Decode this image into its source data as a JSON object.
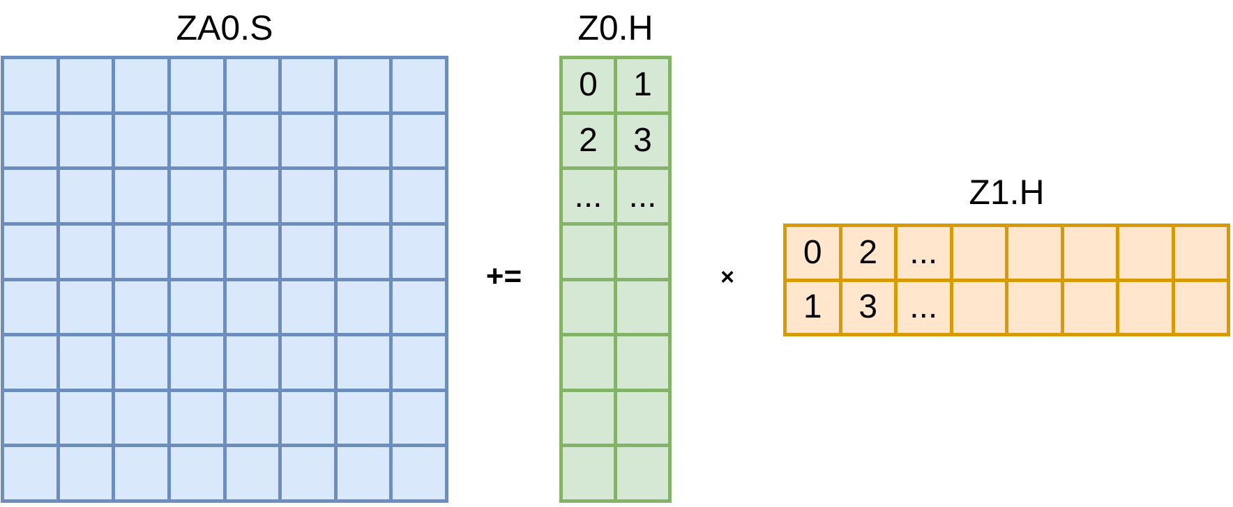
{
  "diagram": {
    "operator_accumulate": "+=",
    "operator_multiply": "×"
  },
  "za0": {
    "label": "ZA0.S",
    "rows": 8,
    "cols": 8,
    "cells": [
      [
        "",
        "",
        "",
        "",
        "",
        "",
        "",
        ""
      ],
      [
        "",
        "",
        "",
        "",
        "",
        "",
        "",
        ""
      ],
      [
        "",
        "",
        "",
        "",
        "",
        "",
        "",
        ""
      ],
      [
        "",
        "",
        "",
        "",
        "",
        "",
        "",
        ""
      ],
      [
        "",
        "",
        "",
        "",
        "",
        "",
        "",
        ""
      ],
      [
        "",
        "",
        "",
        "",
        "",
        "",
        "",
        ""
      ],
      [
        "",
        "",
        "",
        "",
        "",
        "",
        "",
        ""
      ],
      [
        "",
        "",
        "",
        "",
        "",
        "",
        "",
        ""
      ]
    ]
  },
  "z0": {
    "label": "Z0.H",
    "rows": 8,
    "cols": 2,
    "cells": [
      [
        "0",
        "1"
      ],
      [
        "2",
        "3"
      ],
      [
        "...",
        "..."
      ],
      [
        "",
        ""
      ],
      [
        "",
        ""
      ],
      [
        "",
        ""
      ],
      [
        "",
        ""
      ],
      [
        "",
        ""
      ]
    ]
  },
  "z1": {
    "label": "Z1.H",
    "rows": 2,
    "cols": 8,
    "cells": [
      [
        "0",
        "2",
        "...",
        "",
        "",
        "",
        "",
        ""
      ],
      [
        "1",
        "3",
        "...",
        "",
        "",
        "",
        "",
        ""
      ]
    ]
  },
  "colors": {
    "blue_fill": "#dae8fc",
    "blue_stroke": "#6c8ebf",
    "green_fill": "#d5e8d4",
    "green_stroke": "#82b366",
    "orange_fill": "#ffe6cc",
    "orange_stroke": "#d79b00",
    "text": "#000000"
  }
}
